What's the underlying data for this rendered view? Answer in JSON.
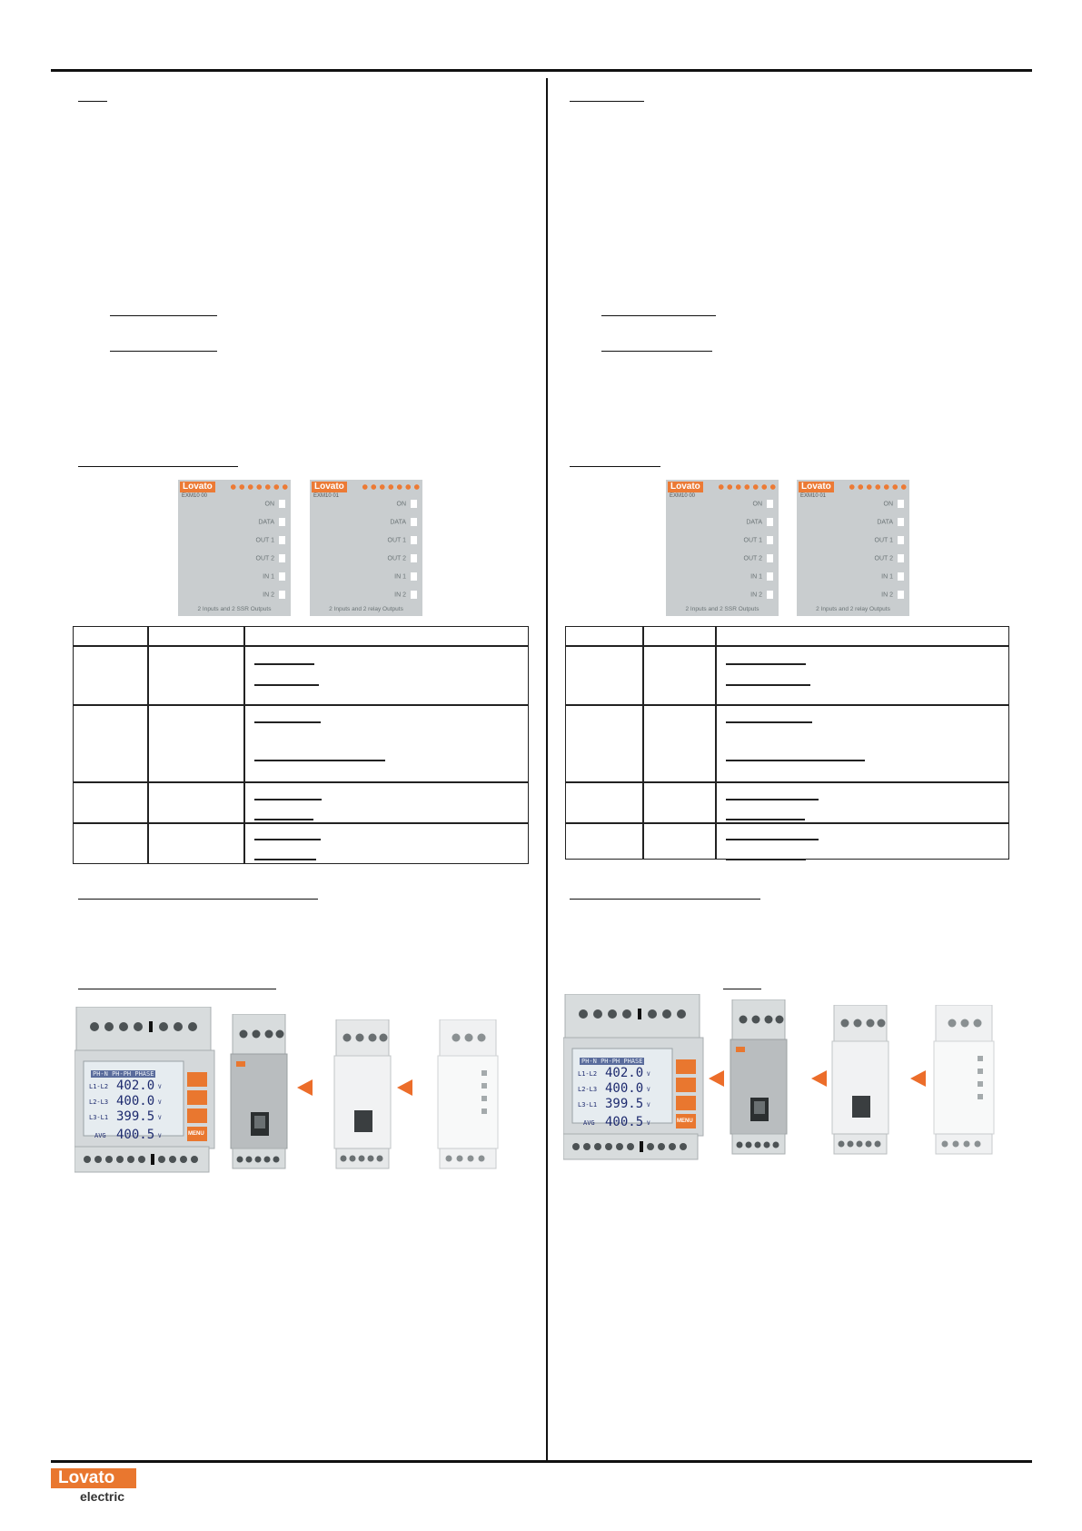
{
  "brand": "Lovato",
  "brand_sub": "electric",
  "panels": [
    {
      "model": "EXM10 00",
      "caption": "2 Inputs and 2 SSR Outputs",
      "leds": [
        "ON",
        "DATA",
        "OUT 1",
        "OUT 2",
        "IN 1",
        "IN 2"
      ]
    },
    {
      "model": "EXM10 01",
      "caption": "2 Inputs and 2 relay Outputs",
      "leds": [
        "ON",
        "DATA",
        "OUT 1",
        "OUT 2",
        "IN 1",
        "IN 2"
      ]
    }
  ],
  "display": {
    "header": "PH-N  PH-PH  PHASE",
    "rows": [
      {
        "label": "L1-L2",
        "value": "402.0",
        "unit": "V"
      },
      {
        "label": "L2-L3",
        "value": "400.0",
        "unit": "V"
      },
      {
        "label": "L3-L1",
        "value": "399.5",
        "unit": "V"
      },
      {
        "label": "AVG",
        "value": "400.5",
        "unit": "V"
      }
    ],
    "menu_button": "MENU"
  },
  "colors": {
    "accent": "#ec6d2a",
    "panel_grey": "#c9cdcf",
    "led_text": "#6a7375"
  }
}
